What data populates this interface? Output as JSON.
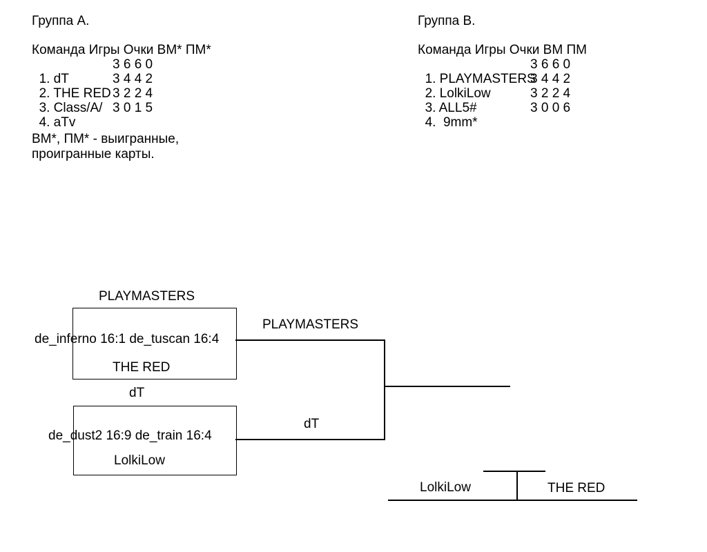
{
  "page": {
    "background": "#ffffff",
    "text_color": "#000000"
  },
  "group_a": {
    "title": "Группа А.",
    "header": "Команда Игры Очки ВМ* ПМ*",
    "rows": [
      {
        "name": "1. dT",
        "values": "3 6 6 0"
      },
      {
        "name": "2. THE RED",
        "values": "3 4 4 2"
      },
      {
        "name": "3. Class/A/",
        "values": "3 2 2 4"
      },
      {
        "name": "4. aTv",
        "values": "3 0 1 5"
      }
    ],
    "note_line1": "ВМ*, ПМ* - выигранные,",
    "note_line2": "проигранные карты."
  },
  "group_b": {
    "title": "Группа В.",
    "header": "Команда Игры Очки ВМ ПМ",
    "rows": [
      {
        "name": "1. PLAYMASTERS",
        "values": "3 6 6 0"
      },
      {
        "name": "2. LolkiLow",
        "values": "3 4 4 2"
      },
      {
        "name": "3. ALL5#",
        "values": "3 2 2 4"
      },
      {
        "name": "4.  9mm*",
        "values": "3 0 0 6"
      }
    ]
  },
  "bracket": {
    "semifinal1": {
      "team1": "PLAYMASTERS",
      "maps": "de_inferno 16:1 de_tuscan 16:4",
      "team2": "THE RED",
      "winner": "PLAYMASTERS"
    },
    "semifinal2": {
      "team1": "dT",
      "maps": "de_dust2 16:9 de_train 16:4",
      "team2": "LolkiLow",
      "winner": "dT"
    },
    "third_place": {
      "team1": "LolkiLow",
      "team2": "THE RED"
    }
  }
}
